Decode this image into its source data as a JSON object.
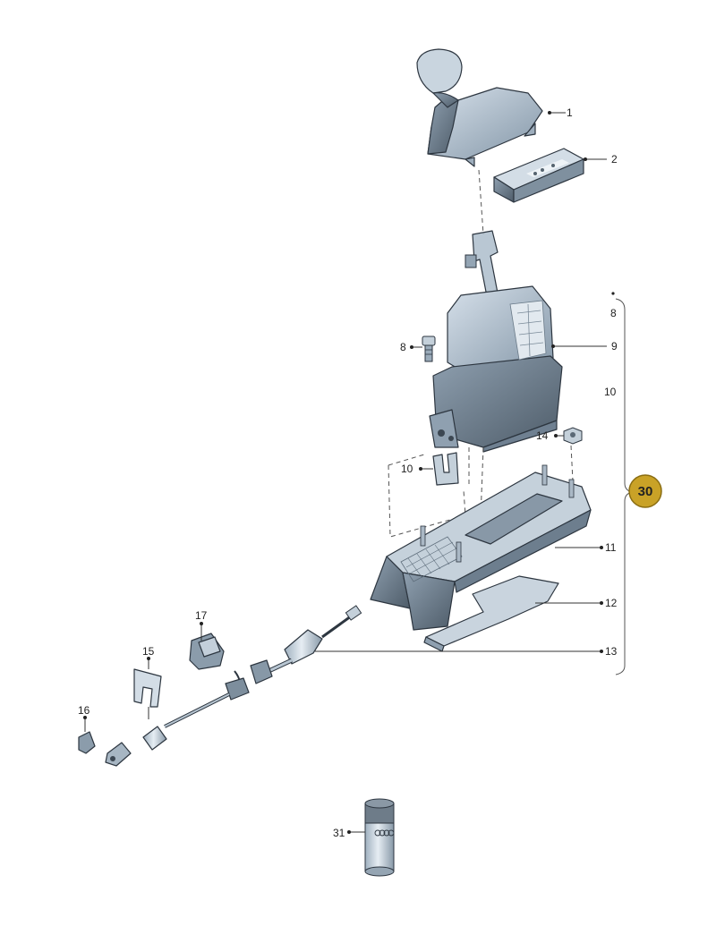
{
  "callouts": {
    "c1": "1",
    "c2": "2",
    "c8a": "8",
    "c8b": "8",
    "c9": "9",
    "c10a": "10",
    "c10b": "10",
    "c11": "11",
    "c12": "12",
    "c13": "13",
    "c14": "14",
    "c15": "15",
    "c16": "16",
    "c17": "17",
    "c31": "31"
  },
  "assembly_badge": "30",
  "colors": {
    "part_fill": "#aebdca",
    "part_light": "#cfdae4",
    "part_dark": "#5e6d7b",
    "badge_fill": "#c9a227"
  }
}
